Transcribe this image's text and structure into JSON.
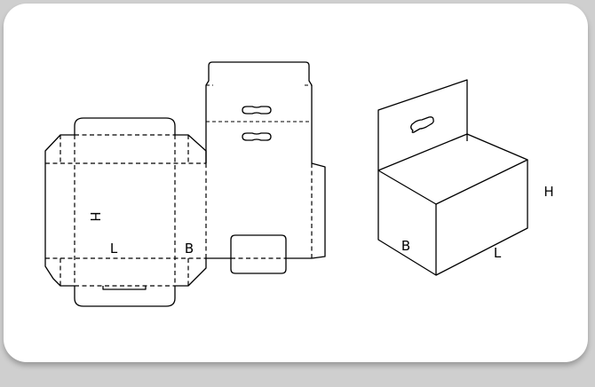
{
  "labels": {
    "flat_height": "H",
    "flat_length": "L",
    "flat_breadth": "B",
    "box_breadth": "B",
    "box_length": "L",
    "box_height": "H"
  },
  "colors": {
    "background": "#cfcfcf",
    "card": "#ffffff",
    "line": "#000000"
  },
  "icons": {
    "hang_hole": "hang-tab-hole-icon"
  }
}
